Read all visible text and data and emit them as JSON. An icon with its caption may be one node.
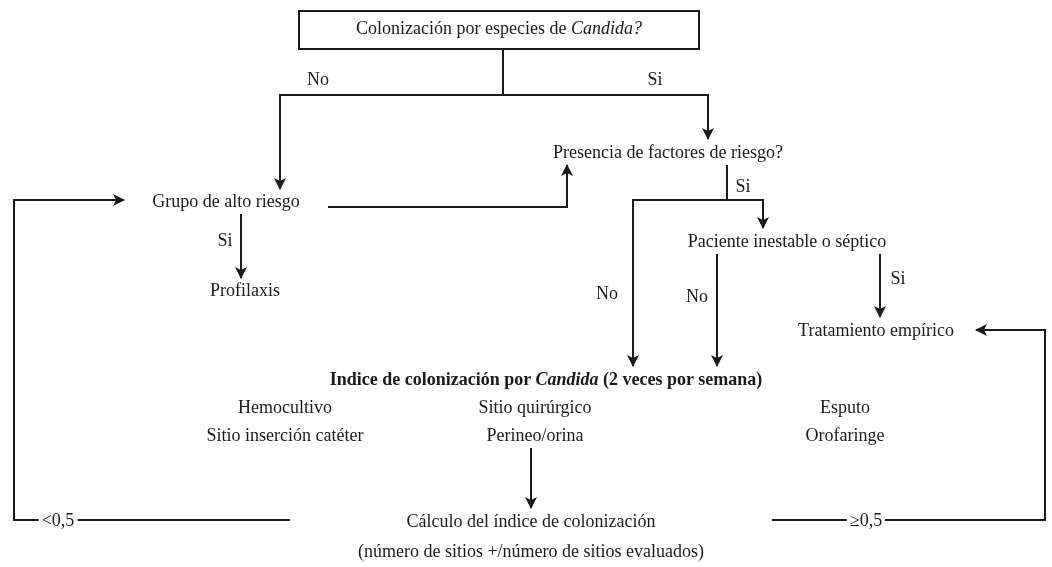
{
  "diagram": {
    "nodes": [
      {
        "text": [
          "Colonización por especies de *Candida?*"
        ]
      },
      {
        "text": [
          "Presencia de factores de riesgo?"
        ]
      },
      {
        "text": [
          "Grupo de alto riesgo"
        ]
      },
      {
        "text": [
          "Profilaxis"
        ]
      },
      {
        "text": [
          "Paciente inestable o séptico"
        ]
      },
      {
        "text": [
          "Tratamiento empírico"
        ]
      },
      {
        "text": [
          "Indice de colonización por *Candida* (2 veces por semana)",
          "Hemocultivo",
          "Sitio quirúrgico",
          "Esputo",
          "Sitio inserción catéter",
          "Perineo/orina",
          "Orofaringe"
        ]
      },
      {
        "text": [
          "Cálculo del índice de colonización",
          "(número de sitios +/número de sitios evaluados)"
        ]
      }
    ],
    "edges": [
      {
        "from": 0,
        "to": 2,
        "arrow": "to",
        "label": "No"
      },
      {
        "from": 0,
        "to": 1,
        "arrow": "to",
        "label": "Si"
      },
      {
        "from": 2,
        "to": 1,
        "arrow": "to"
      },
      {
        "from": 2,
        "to": 3,
        "arrow": "to",
        "label": "Si"
      },
      {
        "from": 1,
        "to": 4,
        "arrow": "to",
        "label": "Si"
      },
      {
        "from": 1,
        "to": 6,
        "arrow": "to",
        "label": "No"
      },
      {
        "from": 4,
        "to": 6,
        "arrow": "to",
        "label": "No"
      },
      {
        "from": 4,
        "to": 5,
        "arrow": "to",
        "label": "Si"
      },
      {
        "from": 6,
        "to": 7,
        "arrow": "to"
      },
      {
        "from": 7,
        "to": 2,
        "arrow": "to",
        "label": "<0,5"
      },
      {
        "from": 7,
        "to": 5,
        "arrow": "to",
        "label": "≥0,5"
      }
    ]
  }
}
